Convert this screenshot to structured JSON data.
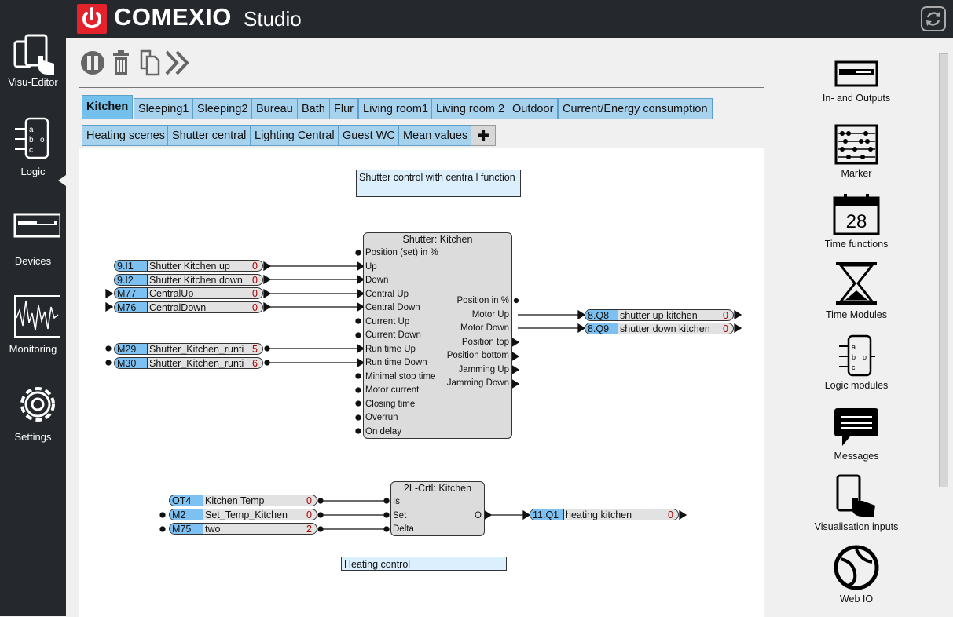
{
  "app": {
    "brand": "COMEXIO",
    "product": "Studio"
  },
  "sidebar": {
    "items": [
      {
        "label": "Visu-Editor"
      },
      {
        "label": "Logic"
      },
      {
        "label": "Devices"
      },
      {
        "label": "Monitoring"
      },
      {
        "label": "Settings"
      }
    ]
  },
  "toolbar": {
    "icons": [
      "pause-icon",
      "trash-icon",
      "copy-icon",
      "forward-icon"
    ]
  },
  "tabs": {
    "row1": [
      "Kitchen",
      "Sleeping1",
      "Sleeping2",
      "Bureau",
      "Bath",
      "Flur",
      "Living room1",
      "Living room 2",
      "Outdoor",
      "Current/Energy consumption"
    ],
    "row2": [
      "Heating scenes",
      "Shutter central",
      "Lighting Central",
      "Guest WC",
      "Mean values"
    ],
    "add": "✚",
    "active": "Kitchen"
  },
  "canvas": {
    "notes": {
      "shutter": "Shutter control with centra l function",
      "heating": "Heating control"
    },
    "shutter_block": {
      "title": "Shutter: Kitchen",
      "inputs": [
        "Position (set) in %",
        "Up",
        "Down",
        "Central Up",
        "Central Down",
        "Current Up",
        "Current Down",
        "Run time Up",
        "Run time Down",
        "Minimal stop time",
        "Motor current",
        "Closing time",
        "Overrun",
        "On delay"
      ],
      "outputs": [
        "Position in %",
        "Motor Up",
        "Motor Down",
        "Position top",
        "Position bottom",
        "Jamming Up",
        "Jamming Down"
      ]
    },
    "shutter_inputs": [
      {
        "id": "9.I1",
        "name": "Shutter Kitchen up",
        "value": "0"
      },
      {
        "id": "9.I2",
        "name": "Shutter Kitchen down",
        "value": "0"
      },
      {
        "id": "M77",
        "name": "CentralUp",
        "value": "0"
      },
      {
        "id": "M76",
        "name": "CentralDown",
        "value": "0"
      },
      {
        "id": "M29",
        "name": "Shutter_Kitchen_runti",
        "value": "5"
      },
      {
        "id": "M30",
        "name": "Shutter_Kitchen_runti",
        "value": "6"
      }
    ],
    "shutter_outputs": [
      {
        "id": "8.Q8",
        "name": "shutter up kitchen",
        "value": "0"
      },
      {
        "id": "8.Q9",
        "name": "shutter down kitchen",
        "value": "0"
      }
    ],
    "heating_block": {
      "title": "2L-Crtl: Kitchen",
      "inputs": [
        "Is",
        "Set",
        "Delta"
      ],
      "output": "O"
    },
    "heating_inputs": [
      {
        "id": "OT4",
        "name": "Kitchen Temp",
        "value": "0"
      },
      {
        "id": "M2",
        "name": "Set_Temp_Kitchen",
        "value": "0"
      },
      {
        "id": "M75",
        "name": "two",
        "value": "2"
      }
    ],
    "heating_output": {
      "id": "11.Q1",
      "name": "heating kitchen",
      "value": "0"
    }
  },
  "right_panel": {
    "items": [
      {
        "label": "In- and Outputs",
        "icon": "io-device-icon"
      },
      {
        "label": "Marker",
        "icon": "abacus-icon"
      },
      {
        "label": "Time functions",
        "icon": "calendar-icon",
        "day": "28"
      },
      {
        "label": "Time Modules",
        "icon": "hourglass-icon"
      },
      {
        "label": "Logic modules",
        "icon": "logic-module-icon"
      },
      {
        "label": "Messages",
        "icon": "message-icon"
      },
      {
        "label": "Visualisation inputs",
        "icon": "tablet-touch-icon"
      },
      {
        "label": "Web IO",
        "icon": "web-io-icon"
      }
    ]
  },
  "colors": {
    "topbar": "#25292d",
    "brand_red": "#e3222c",
    "tab": "#a7d2ee",
    "io_id": "#7cc1f1",
    "note": "#dceffc"
  }
}
